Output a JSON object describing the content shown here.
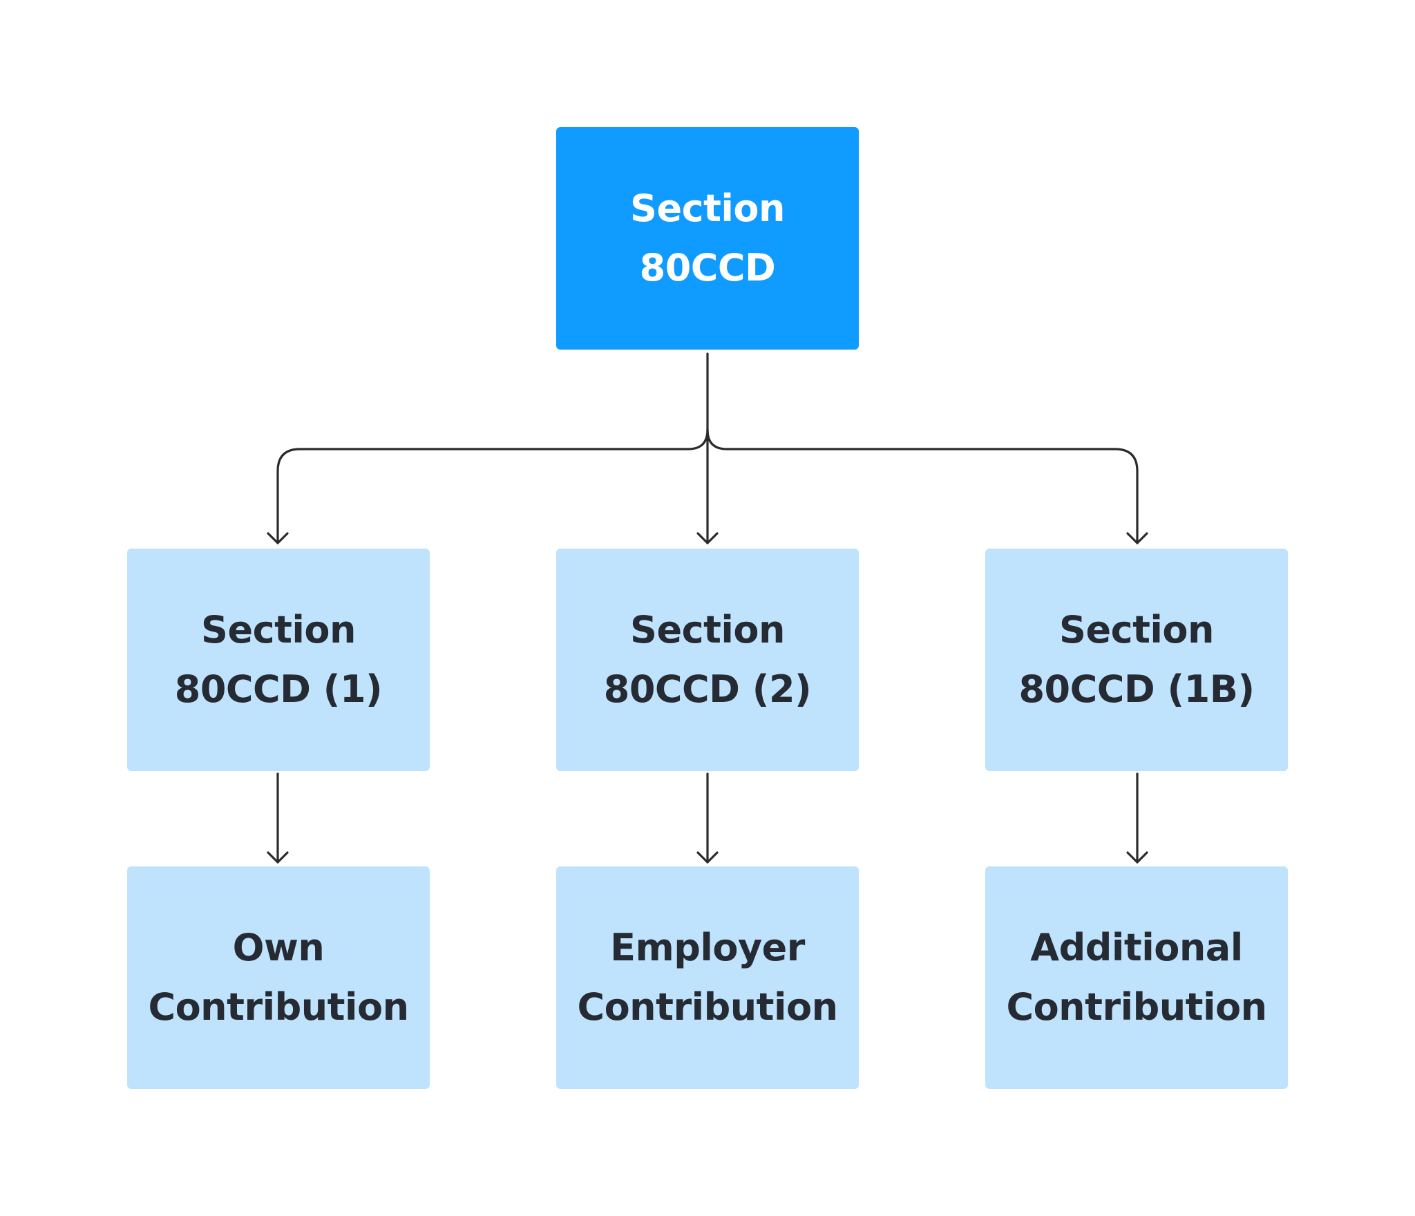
{
  "diagram": {
    "root": {
      "line1": "Section",
      "line2": "80CCD"
    },
    "sections": [
      {
        "line1": "Section",
        "line2": "80CCD (1)"
      },
      {
        "line1": "Section",
        "line2": "80CCD (2)"
      },
      {
        "line1": "Section",
        "line2": "80CCD (1B)"
      }
    ],
    "contributions": [
      {
        "line1": "Own",
        "line2": "Contribution"
      },
      {
        "line1": "Employer",
        "line2": "Contribution"
      },
      {
        "line1": "Additional",
        "line2": "Contribution"
      }
    ]
  },
  "colors": {
    "root_fill": "#0f9bff",
    "root_text": "#ffffff",
    "child_fill": "#bfe3fd",
    "child_text": "#252a33",
    "connector": "#2b2b2b"
  }
}
